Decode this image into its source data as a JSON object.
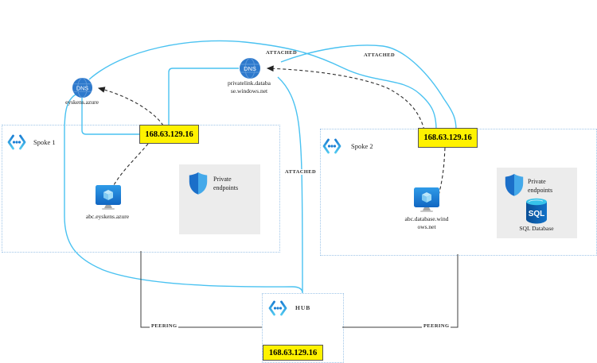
{
  "colors": {
    "connector_cyan": "#4AC2F1",
    "wire_ip_yellow": "#FFF200",
    "dns_circle_blue": "#2E79CC",
    "gray_panel": "#ECECEC",
    "dotted_border_blue": "#9FC5E8",
    "dashed_line": "#2e2e2e",
    "peering_line": "#3c3c3c"
  },
  "shared": {
    "attached": "ATTACHED",
    "peering": "PEERING"
  },
  "dns_eyskens": {
    "icon_text": "DNS",
    "label": "eyskens.azure"
  },
  "dns_privatelink": {
    "icon_text": "DNS",
    "label_line1": "privatelink.databa",
    "label_line2": "se.windows.net"
  },
  "spoke1": {
    "title": "Spoke 1",
    "ip": "168.63.129.16",
    "vm_label": "abc.eyskens.azure",
    "private_endpoints_line1": "Private",
    "private_endpoints_line2": "endpoints"
  },
  "spoke2": {
    "title": "Spoke 2",
    "ip": "168.63.129.16",
    "vm_label_line1": "abc.database.wind",
    "vm_label_line2": "ows.net",
    "private_endpoints_line1": "Private",
    "private_endpoints_line2": "endpoints",
    "sql_icon_text": "SQL",
    "sql_label": "SQL Database"
  },
  "hub": {
    "title": "HUB",
    "ip": "168.63.129.16"
  }
}
